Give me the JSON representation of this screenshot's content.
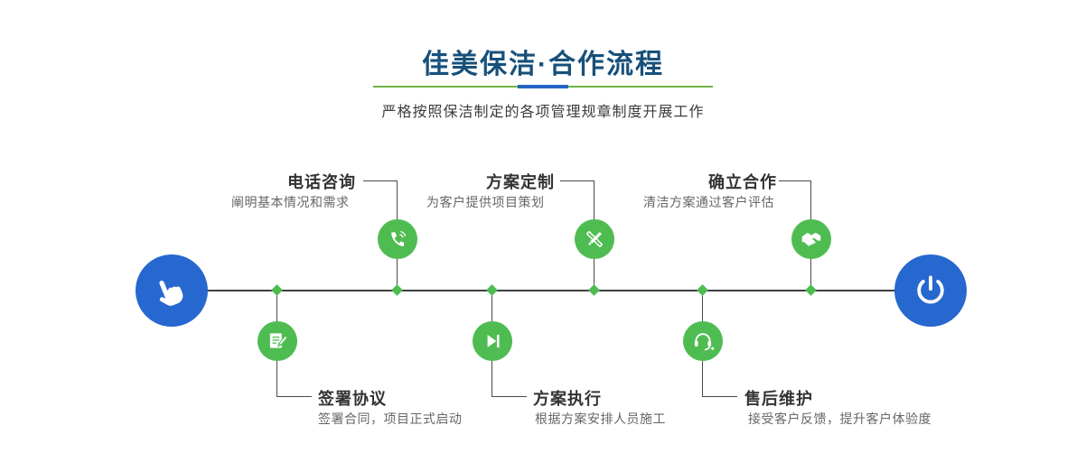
{
  "header": {
    "title": "佳美保洁·合作流程",
    "subtitle": "严格按照保洁制定的各项管理规章制度开展工作"
  },
  "flow": {
    "start_icon": "pointing-hand-icon",
    "end_icon": "power-icon",
    "steps_top": [
      {
        "label": "电话咨询",
        "desc": "阐明基本情况和需求",
        "icon": "phone-icon"
      },
      {
        "label": "方案定制",
        "desc": "为客户提供项目策划",
        "icon": "design-tools-icon"
      },
      {
        "label": "确立合作",
        "desc": "清洁方案通过客户评估",
        "icon": "handshake-icon"
      }
    ],
    "steps_bottom": [
      {
        "label": "签署协议",
        "desc": "签署合同，项目正式启动",
        "icon": "contract-icon"
      },
      {
        "label": "方案执行",
        "desc": "根据方案安排人员施工",
        "icon": "play-execute-icon"
      },
      {
        "label": "售后维护",
        "desc": "接受客户反馈，提升客户体验度",
        "icon": "headset-icon"
      }
    ]
  },
  "colors": {
    "accent_blue": "#2667d0",
    "accent_green": "#4fbc52",
    "title_navy": "#17507a"
  }
}
